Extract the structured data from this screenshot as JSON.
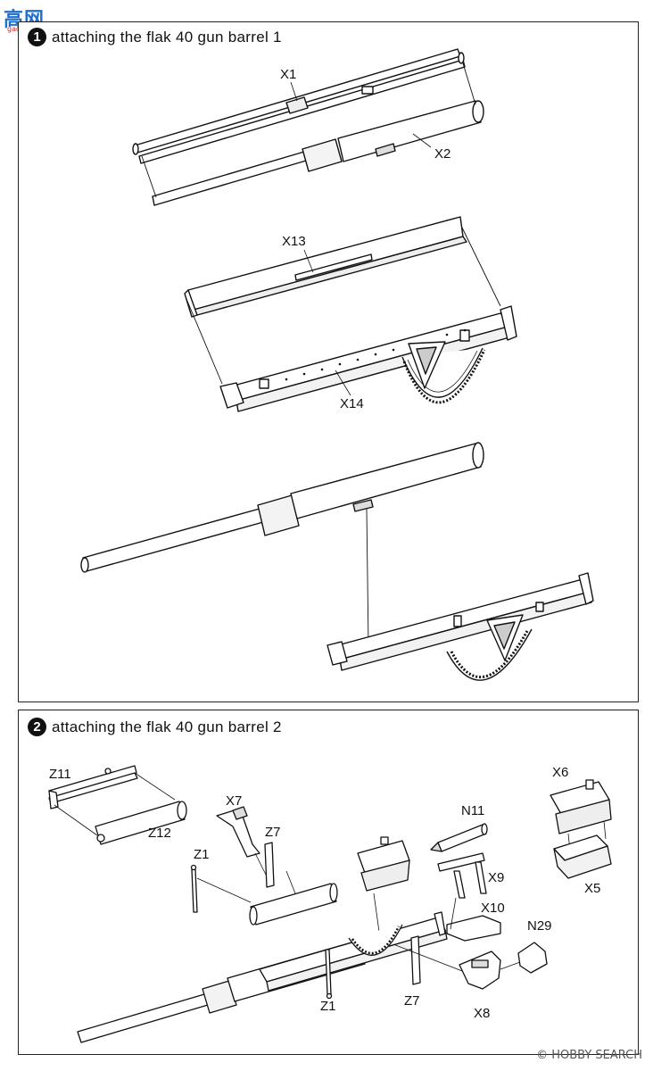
{
  "watermark": {
    "logo_text": "高网",
    "logo_sub": "gao-shen.com",
    "credit": "© HOBBY SEARCH"
  },
  "step1": {
    "number": "1",
    "title": "attaching the flak 40 gun barrel 1",
    "labels": {
      "x1": "X1",
      "x2": "X2",
      "x13": "X13",
      "x14": "X14"
    }
  },
  "step2": {
    "number": "2",
    "title": "attaching the flak 40 gun barrel 2",
    "labels": {
      "z11": "Z11",
      "z12": "Z12",
      "x7": "X7",
      "z7a": "Z7",
      "z1a": "Z1",
      "n11": "N11",
      "x9": "X9",
      "x10": "X10",
      "n29": "N29",
      "x6": "X6",
      "x5": "X5",
      "z1b": "Z1",
      "z7b": "Z7",
      "x8": "X8"
    }
  }
}
